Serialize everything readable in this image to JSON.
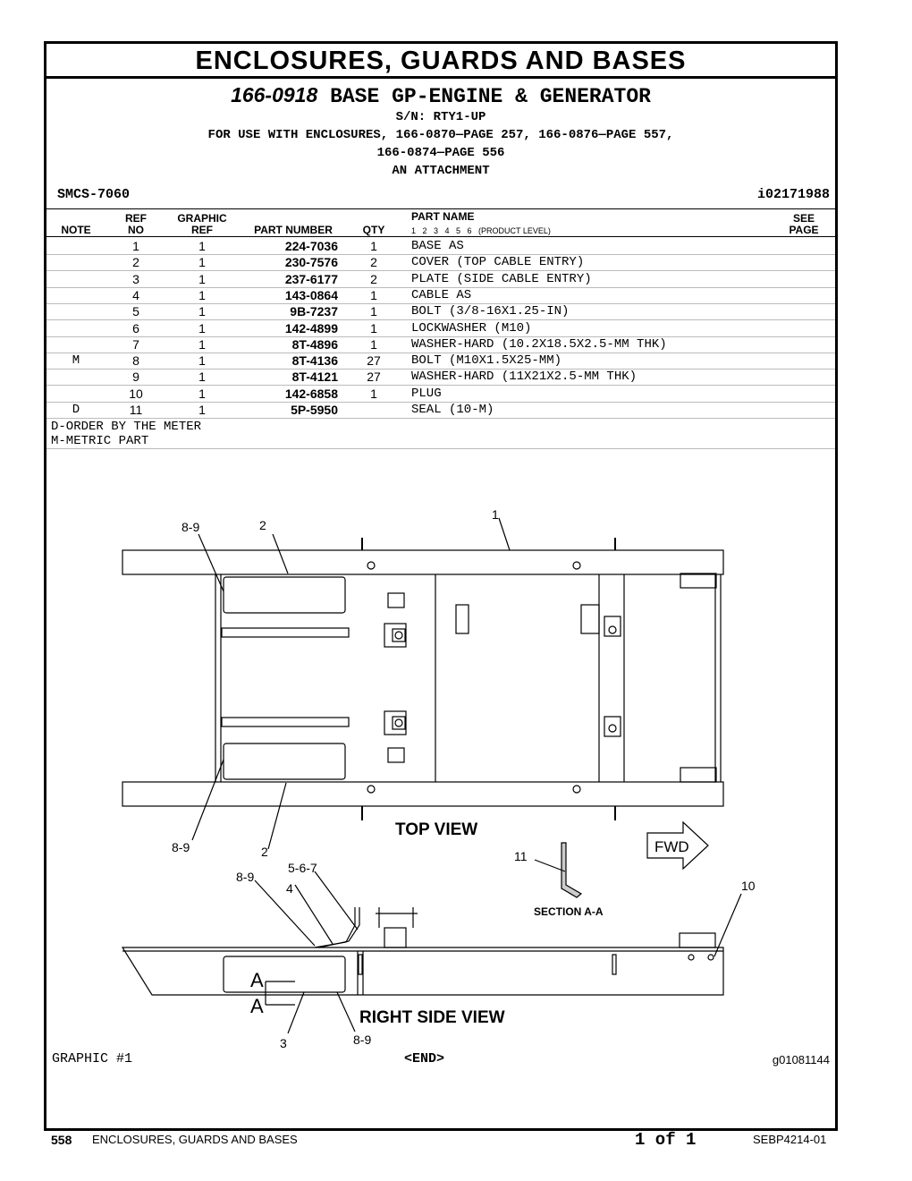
{
  "section_title": "ENCLOSURES, GUARDS AND BASES",
  "group": {
    "part_number": "166-0918",
    "title": "BASE GP-ENGINE & GENERATOR",
    "serial": "S/N: RTY1-UP",
    "usage_line1": "FOR USE WITH ENCLOSURES, 166-0870—PAGE 257, 166-0876—PAGE 557,",
    "usage_line2": "166-0874—PAGE 556",
    "usage_line3": "AN ATTACHMENT"
  },
  "smcs": "SMCS-7060",
  "iref": "i02171988",
  "headers": {
    "note": "NOTE",
    "ref_top": "REF",
    "ref_bottom": "NO",
    "graphic_top": "GRAPHIC",
    "graphic_bottom": "REF",
    "part_number": "PART NUMBER",
    "qty": "QTY",
    "part_name": "PART NAME",
    "levels": "1   2   3   4   5   6   (PRODUCT LEVEL)",
    "see_top": "SEE",
    "see_bottom": "PAGE"
  },
  "rows": [
    {
      "note": "",
      "ref": "1",
      "graphic": "1",
      "pn": "224-7036",
      "qty": "1",
      "name": "BASE AS"
    },
    {
      "note": "",
      "ref": "2",
      "graphic": "1",
      "pn": "230-7576",
      "qty": "2",
      "name": "COVER (TOP CABLE ENTRY)"
    },
    {
      "note": "",
      "ref": "3",
      "graphic": "1",
      "pn": "237-6177",
      "qty": "2",
      "name": "PLATE (SIDE CABLE ENTRY)"
    },
    {
      "note": "",
      "ref": "4",
      "graphic": "1",
      "pn": "143-0864",
      "qty": "1",
      "name": "CABLE AS"
    },
    {
      "note": "",
      "ref": "5",
      "graphic": "1",
      "pn": "9B-7237",
      "qty": "1",
      "name": "BOLT (3/8-16X1.25-IN)"
    },
    {
      "note": "",
      "ref": "6",
      "graphic": "1",
      "pn": "142-4899",
      "qty": "1",
      "name": "LOCKWASHER (M10)"
    },
    {
      "note": "",
      "ref": "7",
      "graphic": "1",
      "pn": "8T-4896",
      "qty": "1",
      "name": "WASHER-HARD (10.2X18.5X2.5-MM THK)"
    },
    {
      "note": "M",
      "ref": "8",
      "graphic": "1",
      "pn": "8T-4136",
      "qty": "27",
      "name": "BOLT (M10X1.5X25-MM)"
    },
    {
      "note": "",
      "ref": "9",
      "graphic": "1",
      "pn": "8T-4121",
      "qty": "27",
      "name": "WASHER-HARD (11X21X2.5-MM THK)"
    },
    {
      "note": "",
      "ref": "10",
      "graphic": "1",
      "pn": "142-6858",
      "qty": "1",
      "name": "PLUG"
    },
    {
      "note": "D",
      "ref": "11",
      "graphic": "1",
      "pn": "5P-5950",
      "qty": "",
      "name": "SEAL (10-M)"
    }
  ],
  "notes": [
    "D-ORDER BY THE METER",
    "M-METRIC PART"
  ],
  "drawing": {
    "top_view_label": "TOP VIEW",
    "right_side_view_label": "RIGHT SIDE VIEW",
    "section_label": "SECTION A-A",
    "fwd_label": "FWD",
    "callouts": {
      "c1": "1",
      "c2_top": "2",
      "c89_top": "8-9",
      "c89_bottom": "8-9",
      "c2_bottom": "2",
      "c11": "11",
      "c10": "10",
      "c89_side": "8-9",
      "c567": "5-6-7",
      "c4": "4",
      "c3": "3",
      "c89_side_bottom": "8-9",
      "a_top": "A",
      "a_bottom": "A"
    }
  },
  "graphic_label": "GRAPHIC #1",
  "end_label": "<END>",
  "graphic_code": "g01081144",
  "footer": {
    "page_number": "558",
    "title": "ENCLOSURES, GUARDS AND BASES",
    "page_of": "1 of 1",
    "doc_number": "SEBP4214-01"
  }
}
